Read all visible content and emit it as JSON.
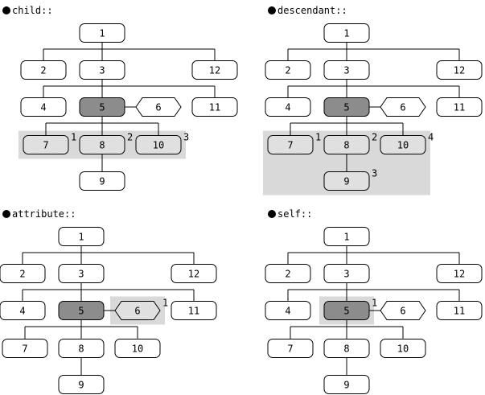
{
  "colors": {
    "background": "#ffffff",
    "line": "#000000",
    "context_node": "#8c8c8c",
    "selected_node": "#e0e0e0",
    "highlight_region": "#d9d9d9"
  },
  "panels": [
    {
      "title": "child::",
      "context": "5",
      "selected": [
        "7",
        "8",
        "10"
      ],
      "order_labels": {
        "7": "1",
        "8": "2",
        "10": "3"
      }
    },
    {
      "title": "descendant::",
      "context": "5",
      "selected": [
        "7",
        "8",
        "10",
        "9"
      ],
      "order_labels": {
        "7": "1",
        "8": "2",
        "9": "3",
        "10": "4"
      }
    },
    {
      "title": "attribute::",
      "context": "5",
      "selected": [
        "6"
      ],
      "order_labels": {
        "6": "1"
      }
    },
    {
      "title": "self::",
      "context": "5",
      "selected": [
        "5"
      ],
      "order_labels": {
        "5": "1"
      }
    }
  ],
  "tree": {
    "nodes": [
      {
        "id": "1",
        "label": "1",
        "kind": "element"
      },
      {
        "id": "2",
        "label": "2",
        "kind": "element"
      },
      {
        "id": "3",
        "label": "3",
        "kind": "element"
      },
      {
        "id": "12",
        "label": "12",
        "kind": "element"
      },
      {
        "id": "4",
        "label": "4",
        "kind": "element"
      },
      {
        "id": "5",
        "label": "5",
        "kind": "element"
      },
      {
        "id": "6",
        "label": "6",
        "kind": "attribute"
      },
      {
        "id": "11",
        "label": "11",
        "kind": "element"
      },
      {
        "id": "7",
        "label": "7",
        "kind": "element"
      },
      {
        "id": "8",
        "label": "8",
        "kind": "element"
      },
      {
        "id": "10",
        "label": "10",
        "kind": "element"
      },
      {
        "id": "9",
        "label": "9",
        "kind": "element"
      }
    ],
    "children": {
      "1": [
        "2",
        "3",
        "12"
      ],
      "3": [
        "4",
        "5",
        "11"
      ],
      "5": [
        "7",
        "8",
        "10"
      ],
      "8": [
        "9"
      ]
    },
    "attributes": {
      "5": [
        "6"
      ]
    }
  }
}
